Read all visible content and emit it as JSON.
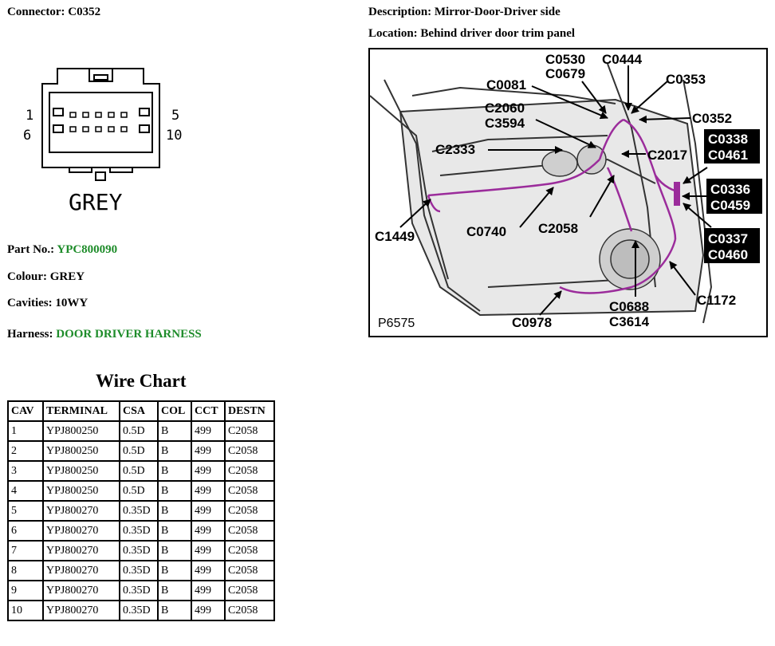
{
  "connector": {
    "label": "Connector: C0352"
  },
  "description": {
    "label": "Description: Mirror-Door-Driver side"
  },
  "location": {
    "label": "Location: Behind driver door trim panel"
  },
  "connector_face": {
    "pin_top_left": "1",
    "pin_bottom_left": "6",
    "pin_top_right": "5",
    "pin_bottom_right": "10",
    "colour_caption": "GREY"
  },
  "part": {
    "label": "Part No.:",
    "value": "YPC800090"
  },
  "colour": {
    "text": "Colour: GREY"
  },
  "cavities": {
    "text": "Cavities: 10WY"
  },
  "harness": {
    "label": "Harness:",
    "value": "DOOR DRIVER HARNESS"
  },
  "wire_chart": {
    "title": "Wire Chart",
    "headers": [
      "CAV",
      "TERMINAL",
      "CSA",
      "COL",
      "CCT",
      "DESTN"
    ],
    "rows": [
      [
        "1",
        "YPJ800250",
        "0.5D",
        "B",
        "499",
        "C2058"
      ],
      [
        "2",
        "YPJ800250",
        "0.5D",
        "B",
        "499",
        "C2058"
      ],
      [
        "3",
        "YPJ800250",
        "0.5D",
        "B",
        "499",
        "C2058"
      ],
      [
        "4",
        "YPJ800250",
        "0.5D",
        "B",
        "499",
        "C2058"
      ],
      [
        "5",
        "YPJ800270",
        "0.35D",
        "B",
        "499",
        "C2058"
      ],
      [
        "6",
        "YPJ800270",
        "0.35D",
        "B",
        "499",
        "C2058"
      ],
      [
        "7",
        "YPJ800270",
        "0.35D",
        "B",
        "499",
        "C2058"
      ],
      [
        "8",
        "YPJ800270",
        "0.35D",
        "B",
        "499",
        "C2058"
      ],
      [
        "9",
        "YPJ800270",
        "0.35D",
        "B",
        "499",
        "C2058"
      ],
      [
        "10",
        "YPJ800270",
        "0.35D",
        "B",
        "499",
        "C2058"
      ]
    ]
  },
  "diagram": {
    "figure_id": "P6575",
    "callouts": {
      "c0530": "C0530",
      "c0679": "C0679",
      "c0444": "C0444",
      "c0081": "C0081",
      "c0353": "C0353",
      "c2060": "C2060",
      "c3594": "C3594",
      "c0352": "C0352",
      "c2333": "C2333",
      "c2017": "C2017",
      "c0740": "C0740",
      "c2058": "C2058",
      "c1449": "C1449",
      "c0688": "C0688",
      "c3614": "C3614",
      "c0978": "C0978",
      "c1172": "C1172"
    },
    "boxed_callouts": {
      "c0338": "C0338",
      "c0461": "C0461",
      "c0336": "C0336",
      "c0459": "C0459",
      "c0337": "C0337",
      "c0460": "C0460"
    }
  }
}
